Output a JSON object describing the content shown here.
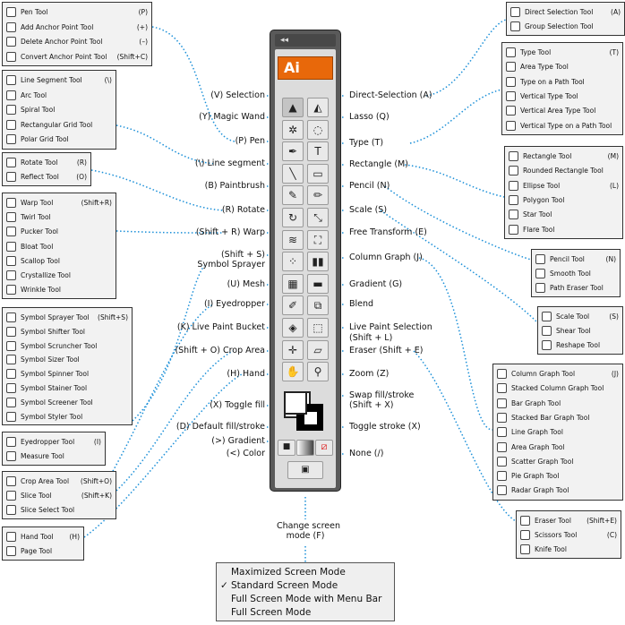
{
  "toolbar": {
    "collapse_glyph": "◂◂",
    "logo": "Ai"
  },
  "left_callouts": [
    "(V) Selection",
    "(Y) Magic Wand",
    "(P) Pen",
    "(\\) Line segment",
    "(B) Paintbrush",
    "(R) Rotate",
    "(Shift + R) Warp",
    "(Shift + S)",
    "Symbol Sprayer",
    "(U) Mesh",
    "(I) Eyedropper",
    "(K) Live Paint Bucket",
    "(Shift + O) Crop Area",
    "(H) Hand",
    "(X) Toggle fill",
    "(D) Default fill/stroke",
    "(>) Gradient",
    "(<) Color"
  ],
  "right_callouts": [
    "Direct-Selection (A)",
    "Lasso (Q)",
    "Type (T)",
    "Rectangle (M)",
    "Pencil (N)",
    "Scale (S)",
    "Free Transform (E)",
    "Column Graph (J)",
    "Gradient (G)",
    "Blend",
    "Live Paint Selection",
    "(Shift + L)",
    "Eraser (Shift + E)",
    "Zoom (Z)",
    "Swap fill/stroke",
    "(Shift + X)",
    "Toggle stroke (X)",
    "None (/)"
  ],
  "change_screen_mode": [
    "Change screen",
    "mode (F)"
  ],
  "screen_menu": {
    "items": [
      "Maximized Screen Mode",
      "Standard Screen Mode",
      "Full Screen Mode with Menu Bar",
      "Full Screen Mode"
    ],
    "checkmark": "✓"
  },
  "flyouts": {
    "pen": [
      {
        "label": "Pen Tool",
        "shortcut": "(P)"
      },
      {
        "label": "Add Anchor Point Tool",
        "shortcut": "(+)"
      },
      {
        "label": "Delete Anchor Point Tool",
        "shortcut": "(–)"
      },
      {
        "label": "Convert Anchor Point Tool",
        "shortcut": "(Shift+C)"
      }
    ],
    "line": [
      {
        "label": "Line Segment Tool",
        "shortcut": "(\\)"
      },
      {
        "label": "Arc Tool",
        "shortcut": ""
      },
      {
        "label": "Spiral Tool",
        "shortcut": ""
      },
      {
        "label": "Rectangular Grid Tool",
        "shortcut": ""
      },
      {
        "label": "Polar Grid Tool",
        "shortcut": ""
      }
    ],
    "rotate": [
      {
        "label": "Rotate Tool",
        "shortcut": "(R)"
      },
      {
        "label": "Reflect Tool",
        "shortcut": "(O)"
      }
    ],
    "warp": [
      {
        "label": "Warp Tool",
        "shortcut": "(Shift+R)"
      },
      {
        "label": "Twirl Tool",
        "shortcut": ""
      },
      {
        "label": "Pucker Tool",
        "shortcut": ""
      },
      {
        "label": "Bloat Tool",
        "shortcut": ""
      },
      {
        "label": "Scallop Tool",
        "shortcut": ""
      },
      {
        "label": "Crystallize Tool",
        "shortcut": ""
      },
      {
        "label": "Wrinkle Tool",
        "shortcut": ""
      }
    ],
    "symbol": [
      {
        "label": "Symbol Sprayer Tool",
        "shortcut": "(Shift+S)"
      },
      {
        "label": "Symbol Shifter Tool",
        "shortcut": ""
      },
      {
        "label": "Symbol Scruncher Tool",
        "shortcut": ""
      },
      {
        "label": "Symbol Sizer Tool",
        "shortcut": ""
      },
      {
        "label": "Symbol Spinner Tool",
        "shortcut": ""
      },
      {
        "label": "Symbol Stainer Tool",
        "shortcut": ""
      },
      {
        "label": "Symbol Screener Tool",
        "shortcut": ""
      },
      {
        "label": "Symbol Styler Tool",
        "shortcut": ""
      }
    ],
    "eyedropper": [
      {
        "label": "Eyedropper Tool",
        "shortcut": "(I)"
      },
      {
        "label": "Measure Tool",
        "shortcut": ""
      }
    ],
    "crop": [
      {
        "label": "Crop Area Tool",
        "shortcut": "(Shift+O)"
      },
      {
        "label": "Slice Tool",
        "shortcut": "(Shift+K)"
      },
      {
        "label": "Slice Select Tool",
        "shortcut": ""
      }
    ],
    "hand": [
      {
        "label": "Hand Tool",
        "shortcut": "(H)"
      },
      {
        "label": "Page Tool",
        "shortcut": ""
      }
    ],
    "direct": [
      {
        "label": "Direct Selection Tool",
        "shortcut": "(A)"
      },
      {
        "label": "Group Selection Tool",
        "shortcut": ""
      }
    ],
    "type": [
      {
        "label": "Type Tool",
        "shortcut": "(T)"
      },
      {
        "label": "Area Type Tool",
        "shortcut": ""
      },
      {
        "label": "Type on a Path Tool",
        "shortcut": ""
      },
      {
        "label": "Vertical Type Tool",
        "shortcut": ""
      },
      {
        "label": "Vertical Area Type Tool",
        "shortcut": ""
      },
      {
        "label": "Vertical Type on a Path Tool",
        "shortcut": ""
      }
    ],
    "rect": [
      {
        "label": "Rectangle Tool",
        "shortcut": "(M)"
      },
      {
        "label": "Rounded Rectangle Tool",
        "shortcut": ""
      },
      {
        "label": "Ellipse Tool",
        "shortcut": "(L)"
      },
      {
        "label": "Polygon Tool",
        "shortcut": ""
      },
      {
        "label": "Star Tool",
        "shortcut": ""
      },
      {
        "label": "Flare Tool",
        "shortcut": ""
      }
    ],
    "pencil": [
      {
        "label": "Pencil Tool",
        "shortcut": "(N)"
      },
      {
        "label": "Smooth Tool",
        "shortcut": ""
      },
      {
        "label": "Path Eraser Tool",
        "shortcut": ""
      }
    ],
    "scale": [
      {
        "label": "Scale Tool",
        "shortcut": "(S)"
      },
      {
        "label": "Shear Tool",
        "shortcut": ""
      },
      {
        "label": "Reshape Tool",
        "shortcut": ""
      }
    ],
    "graph": [
      {
        "label": "Column Graph Tool",
        "shortcut": "(J)"
      },
      {
        "label": "Stacked Column Graph Tool",
        "shortcut": ""
      },
      {
        "label": "Bar Graph Tool",
        "shortcut": ""
      },
      {
        "label": "Stacked Bar Graph Tool",
        "shortcut": ""
      },
      {
        "label": "Line Graph Tool",
        "shortcut": ""
      },
      {
        "label": "Area Graph Tool",
        "shortcut": ""
      },
      {
        "label": "Scatter Graph Tool",
        "shortcut": ""
      },
      {
        "label": "Pie Graph Tool",
        "shortcut": ""
      },
      {
        "label": "Radar Graph Tool",
        "shortcut": ""
      }
    ],
    "eraser": [
      {
        "label": "Eraser Tool",
        "shortcut": "(Shift+E)"
      },
      {
        "label": "Scissors Tool",
        "shortcut": "(C)"
      },
      {
        "label": "Knife Tool",
        "shortcut": ""
      }
    ]
  },
  "tool_glyphs": [
    [
      "▲",
      "◭"
    ],
    [
      "✲",
      "◌"
    ],
    [
      "✒",
      "T"
    ],
    [
      "╲",
      "▭"
    ],
    [
      "✎",
      "✏"
    ],
    [
      "↻",
      "⤡"
    ],
    [
      "≋",
      "⛶"
    ],
    [
      "⁘",
      "▮▮"
    ],
    [
      "▦",
      "▬"
    ],
    [
      "✐",
      "⧉"
    ],
    [
      "◈",
      "⬚"
    ],
    [
      "✛",
      "▱"
    ],
    [
      "✋",
      "⚲"
    ]
  ],
  "colors": {
    "accent": "#e8680a",
    "leader": "#1a8fd8"
  }
}
